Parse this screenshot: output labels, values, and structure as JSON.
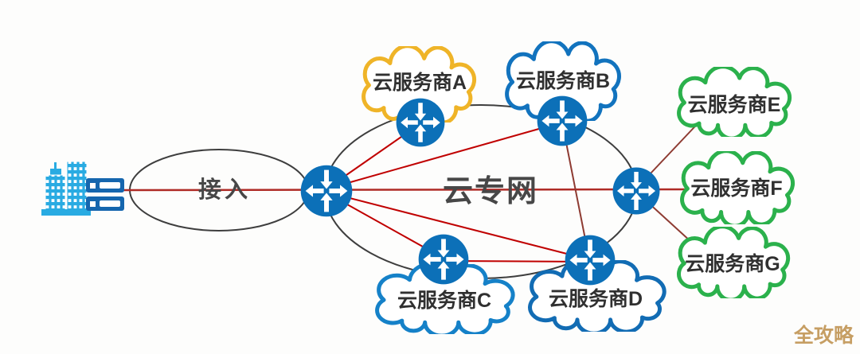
{
  "diagram": {
    "network_label": "云专网",
    "access_label": "接入",
    "watermark": "全攻略",
    "clouds": {
      "A": {
        "label": "云服务商A",
        "color": "#EFB428"
      },
      "B": {
        "label": "云服务商B",
        "color": "#1273BE"
      },
      "C": {
        "label": "云服务商C",
        "color": "#1581C8"
      },
      "D": {
        "label": "云服务商D",
        "color": "#126CB4"
      },
      "E": {
        "label": "云服务商E",
        "color": "#2BB14C"
      },
      "F": {
        "label": "云服务商F",
        "color": "#2BB14C"
      },
      "G": {
        "label": "云服务商G",
        "color": "#2BB14C"
      }
    },
    "icons": {
      "router": "router-icon",
      "building": "office-building-icon",
      "server": "server-rack-icon"
    },
    "colors": {
      "router_blue": "#0C70B8",
      "line_red": "#C00000",
      "line_maroon": "#8E3B32",
      "line_horizontal": "#AF2B26",
      "outline_black": "#3E3E3E",
      "building_blue": "#29ABE2",
      "server_blue": "#1566AE",
      "watermark_tan": "#C69E63",
      "text_dark": "#474747",
      "label_dark": "#303030"
    }
  }
}
